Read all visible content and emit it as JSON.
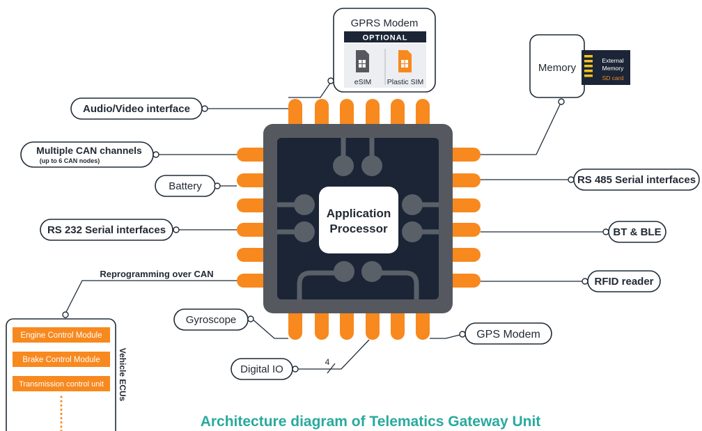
{
  "title": "Architecture diagram of Telematics Gateway Unit",
  "colors": {
    "chip_border": "#55595f",
    "chip_core": "#1c2536",
    "pin": "#f7891f",
    "title": "#29a99e",
    "outline": "#1f2a36"
  },
  "center": {
    "line1": "Application",
    "line2": "Processor"
  },
  "gprs": {
    "title": "GPRS Modem",
    "optional": "OPTIONAL",
    "esim": "eSIM",
    "plastic_sim": "Plastic SIM"
  },
  "memory": {
    "label": "Memory",
    "sd_line1": "External",
    "sd_line2": "Memory",
    "sd_line3": "SD card"
  },
  "left_labels": {
    "audio_video": "Audio/Video interface",
    "can_channels": "Multiple CAN channels",
    "can_nodes": "(up to 6 CAN nodes)",
    "battery": "Battery",
    "rs232": "RS 232 Serial interfaces",
    "reprogramming": "Reprogramming over CAN",
    "gyroscope": "Gyroscope",
    "digital_io": "Digital IO",
    "digital_io_bus": "4"
  },
  "right_labels": {
    "rs485": "RS 485 Serial interfaces",
    "bt_ble": "BT & BLE",
    "rfid": "RFID reader",
    "gps": "GPS Modem"
  },
  "ecus": {
    "vertical_label": "Vehicle ECUs",
    "items": [
      "Engine Control Module",
      "Brake Control Module",
      "Transmission control unit"
    ]
  }
}
